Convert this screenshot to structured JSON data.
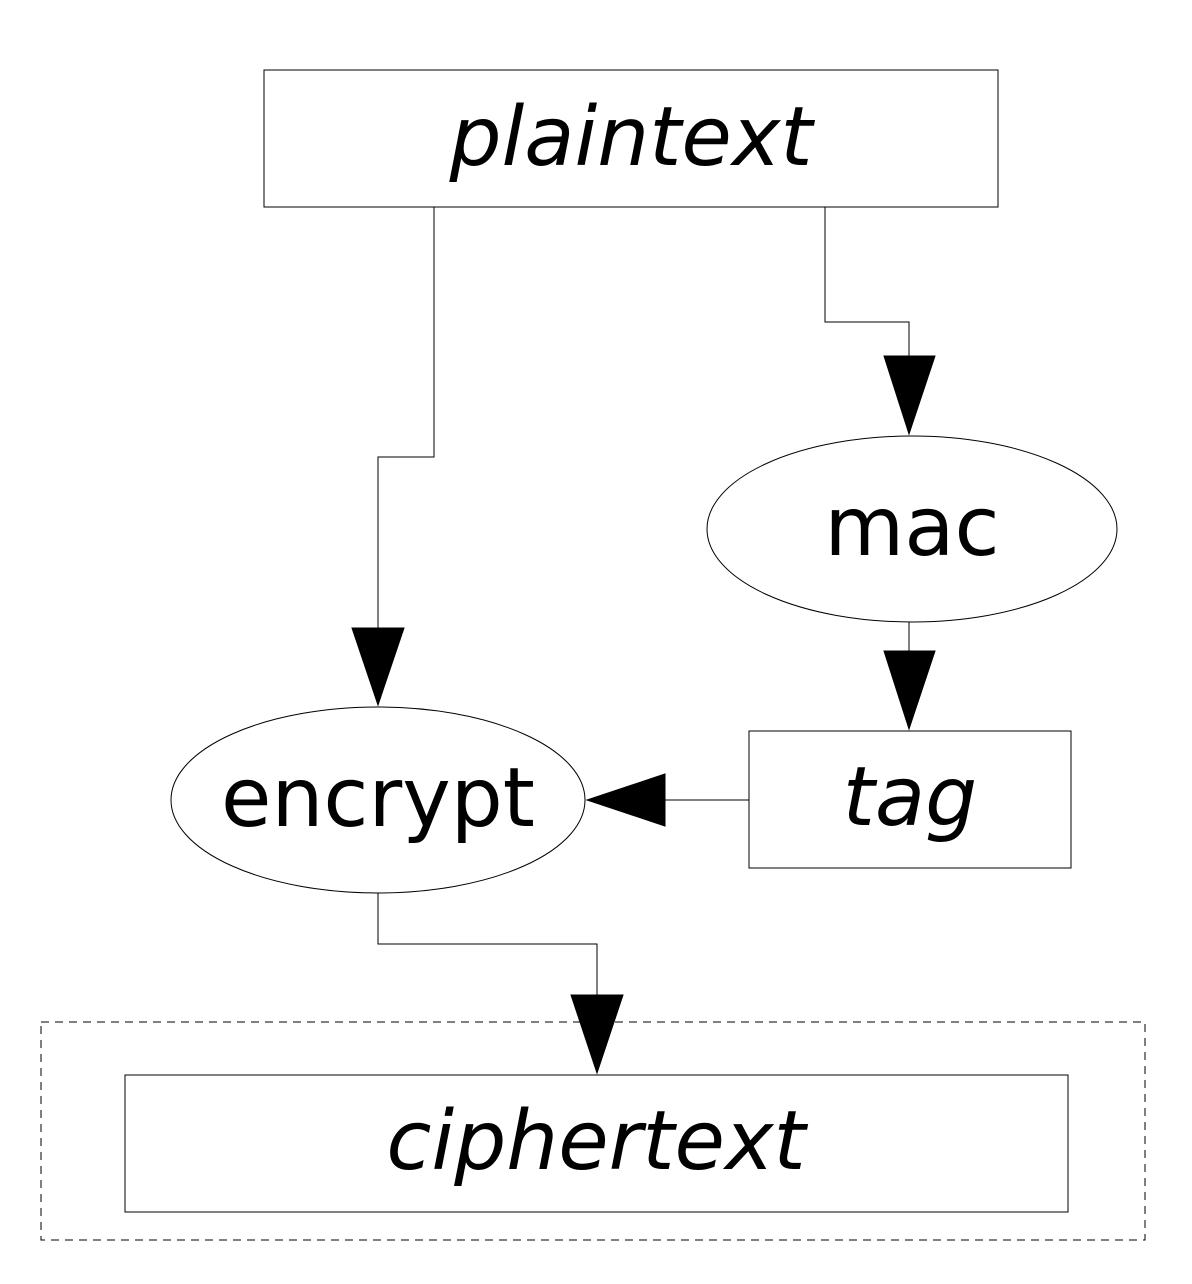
{
  "nodes": {
    "plaintext": {
      "label": "plaintext",
      "shape": "rectangle",
      "style": "italic"
    },
    "mac": {
      "label": "mac",
      "shape": "ellipse",
      "style": "normal"
    },
    "tag": {
      "label": "tag",
      "shape": "rectangle",
      "style": "italic"
    },
    "encrypt": {
      "label": "encrypt",
      "shape": "ellipse",
      "style": "normal"
    },
    "ciphertext": {
      "label": "ciphertext",
      "shape": "rectangle",
      "style": "italic"
    }
  },
  "edges": [
    {
      "from": "plaintext",
      "to": "mac"
    },
    {
      "from": "plaintext",
      "to": "encrypt"
    },
    {
      "from": "mac",
      "to": "tag"
    },
    {
      "from": "tag",
      "to": "encrypt"
    },
    {
      "from": "encrypt",
      "to": "ciphertext"
    }
  ],
  "groups": [
    {
      "contains": [
        "ciphertext"
      ],
      "border": "dashed"
    }
  ],
  "colors": {
    "stroke": "#000000",
    "fill": "#ffffff",
    "text": "#000000"
  }
}
